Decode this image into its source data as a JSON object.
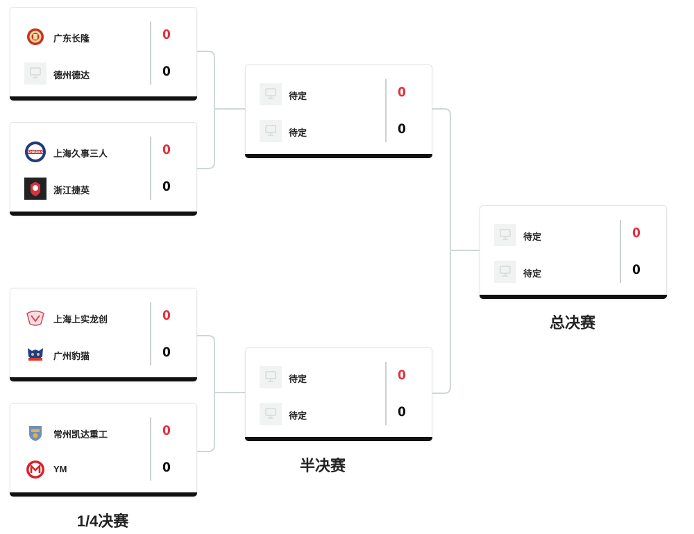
{
  "stages": {
    "quarterfinal": "1/4决赛",
    "semifinal": "半决赛",
    "final": "总决赛"
  },
  "colors": {
    "top_score": "#e0333f",
    "bottom_score": "#111111",
    "connector": "#cfd8d8"
  },
  "matches": {
    "qf1": {
      "team1": {
        "name": "广东长隆",
        "score": "0",
        "logo": "guangdong-changlong-logo"
      },
      "team2": {
        "name": "德州德达",
        "score": "0",
        "logo": "placeholder-logo"
      }
    },
    "qf2": {
      "team1": {
        "name": "上海久事三人",
        "score": "0",
        "logo": "shanghai-sharks-logo"
      },
      "team2": {
        "name": "浙江捷英",
        "score": "0",
        "logo": "zhejiang-jieying-logo"
      }
    },
    "qf3": {
      "team1": {
        "name": "上海上实龙创",
        "score": "0",
        "logo": "shanghai-shangshi-logo"
      },
      "team2": {
        "name": "广州豹猫",
        "score": "0",
        "logo": "guangzhou-leopardcat-logo"
      }
    },
    "qf4": {
      "team1": {
        "name": "常州凯达重工",
        "score": "0",
        "logo": "changzhou-kaida-logo"
      },
      "team2": {
        "name": "YM",
        "score": "0",
        "logo": "ym-logo"
      }
    },
    "sf1": {
      "team1": {
        "name": "待定",
        "score": "0",
        "logo": "placeholder-logo"
      },
      "team2": {
        "name": "待定",
        "score": "0",
        "logo": "placeholder-logo"
      }
    },
    "sf2": {
      "team1": {
        "name": "待定",
        "score": "0",
        "logo": "placeholder-logo"
      },
      "team2": {
        "name": "待定",
        "score": "0",
        "logo": "placeholder-logo"
      }
    },
    "final": {
      "team1": {
        "name": "待定",
        "score": "0",
        "logo": "placeholder-logo"
      },
      "team2": {
        "name": "待定",
        "score": "0",
        "logo": "placeholder-logo"
      }
    }
  }
}
